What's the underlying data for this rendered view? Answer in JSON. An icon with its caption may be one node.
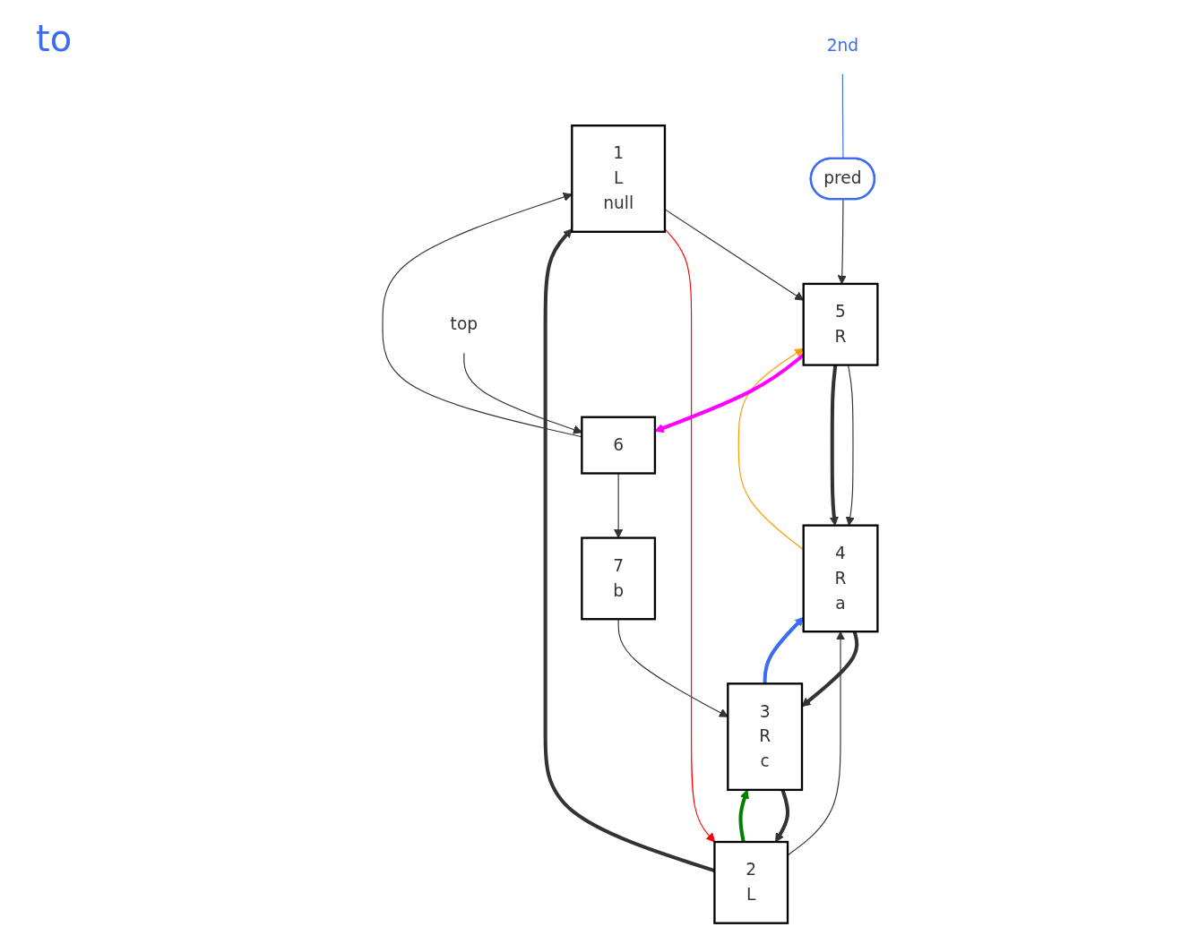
{
  "diagram": {
    "nodes": [
      {
        "text": [
          "1",
          "L",
          "null"
        ]
      },
      {
        "text": [
          "2",
          "L"
        ]
      },
      {
        "text": [
          "3",
          "R",
          "c"
        ]
      },
      {
        "text": [
          "4",
          "R",
          "a"
        ]
      },
      {
        "text": [
          "5",
          "R"
        ]
      },
      {
        "text": [
          "6"
        ]
      },
      {
        "text": [
          "7",
          "b"
        ]
      },
      {
        "text": [
          "pred"
        ]
      },
      {
        "text": [
          "top"
        ]
      },
      {
        "text": [
          "2nd"
        ]
      }
    ],
    "edges": [
      {
        "from": 0,
        "to": 4,
        "arrow": "to"
      },
      {
        "from": 1,
        "to": 0,
        "arrow": "to",
        "style": "thick"
      },
      {
        "from": 1,
        "to": 3,
        "arrow": "to"
      },
      {
        "from": 2,
        "to": 1,
        "arrow": "to",
        "style": "thick"
      },
      {
        "from": 3,
        "to": 2,
        "arrow": "to",
        "style": "thick"
      },
      {
        "from": 4,
        "to": 3,
        "arrow": "to"
      },
      {
        "from": 4,
        "to": 3,
        "arrow": "to",
        "style": "thick"
      },
      {
        "from": 5,
        "to": 6,
        "arrow": "to"
      },
      {
        "from": 5,
        "to": 0,
        "arrow": "to"
      },
      {
        "from": 6,
        "to": 2,
        "arrow": "to"
      },
      {
        "from": 7,
        "to": 4,
        "arrow": "to"
      },
      {
        "from": 8,
        "to": 5,
        "arrow": "to"
      },
      {
        "from": 0,
        "to": 1,
        "arrow": "to",
        "color": "#ff0000"
      },
      {
        "from": 1,
        "to": 2,
        "arrow": "to",
        "style": "thick",
        "color": "#008000"
      },
      {
        "from": 2,
        "to": 3,
        "arrow": "to",
        "style": "thick",
        "color": "#3c6cf0"
      },
      {
        "from": 3,
        "to": 4,
        "arrow": "to",
        "color": "#ff9900"
      },
      {
        "from": 4,
        "to": 5,
        "arrow": "to",
        "style": "thick",
        "color": "#ff00ff"
      },
      {
        "from": 9,
        "to": 7,
        "arrow": "none",
        "color": "#3c6cf0"
      }
    ],
    "labels": [
      "to"
    ]
  }
}
